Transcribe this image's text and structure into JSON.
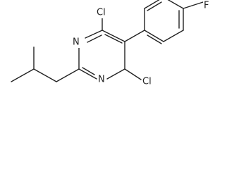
{
  "structure": {
    "atoms": {
      "cl_top": "Cl",
      "cl_bottom": "Cl",
      "n_upper": "N",
      "n_lower": "N",
      "fluorine": "F"
    }
  }
}
